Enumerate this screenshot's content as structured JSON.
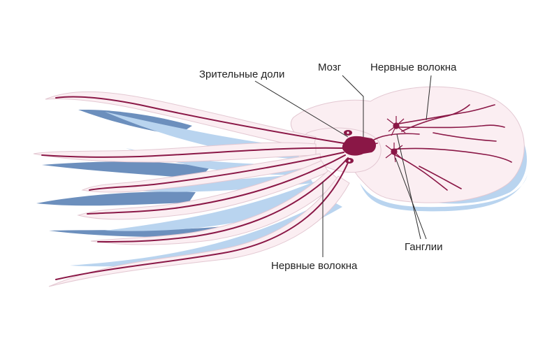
{
  "labels": {
    "optic_lobes": "Зрительные доли",
    "brain": "Мозг",
    "nerve_fibers_top": "Нервные волокна",
    "ganglia": "Ганглии",
    "nerve_fibers_bottom": "Нервные волокна"
  },
  "colors": {
    "body_fill": "#fbeef2",
    "body_outline": "#e3c8d2",
    "shadow_light": "#b9d4ef",
    "shadow_dark": "#6c8fbd",
    "nerve": "#8a1746",
    "leader": "#2b2b2b"
  }
}
